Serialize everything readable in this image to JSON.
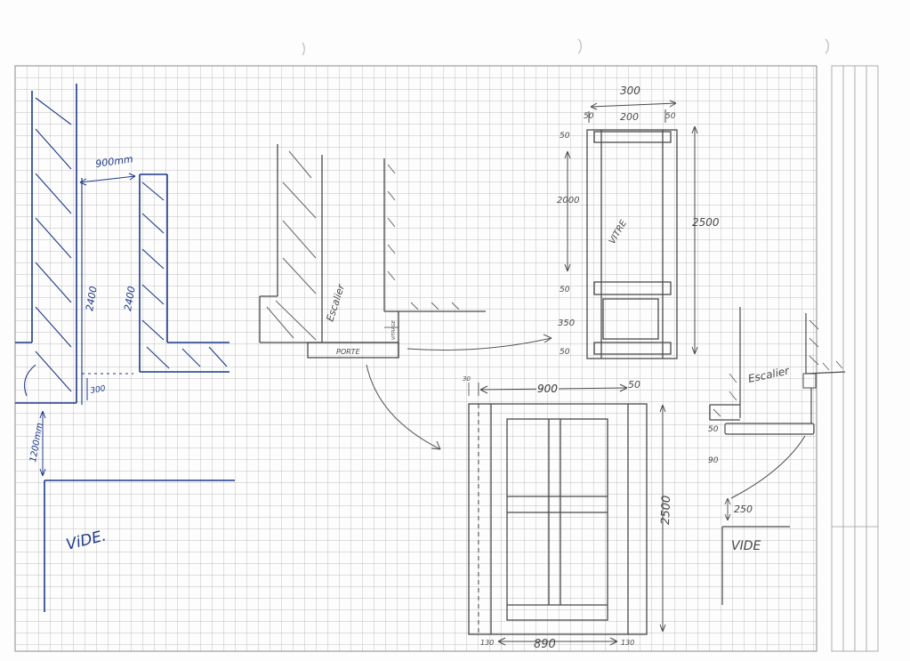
{
  "labels": {
    "width_900mm": "900mm",
    "height_2400": "2400",
    "height_2400_b": "2400",
    "dim_300": "300",
    "dim_1200mm": "1200mm",
    "vide_left": "ViDE.",
    "escalier_center": "Escalier",
    "porte": "PORTE",
    "vitrage": "VITRAGE",
    "top_300": "300",
    "top_50_left": "50",
    "top_200": "200",
    "top_50_right": "50",
    "side_50_top": "50",
    "side_2000": "2000",
    "side_50_mid": "50",
    "side_350": "350",
    "side_50_bot": "50",
    "vitre": "VITRE",
    "height_2500_door": "2500",
    "bottom_30": "30",
    "bottom_900": "900",
    "bottom_50": "50",
    "height_2500": "2500",
    "bottom_130_left": "130",
    "bottom_890": "890",
    "bottom_130_right": "130",
    "escalier_right": "Escalier",
    "right_50": "50",
    "right_90": "90",
    "right_250": "250",
    "vide_right": "VIDE"
  },
  "colors": {
    "ink_blue": "#1d3a8a",
    "pencil": "#4a4a4a",
    "grid": "#9a9a9a"
  }
}
